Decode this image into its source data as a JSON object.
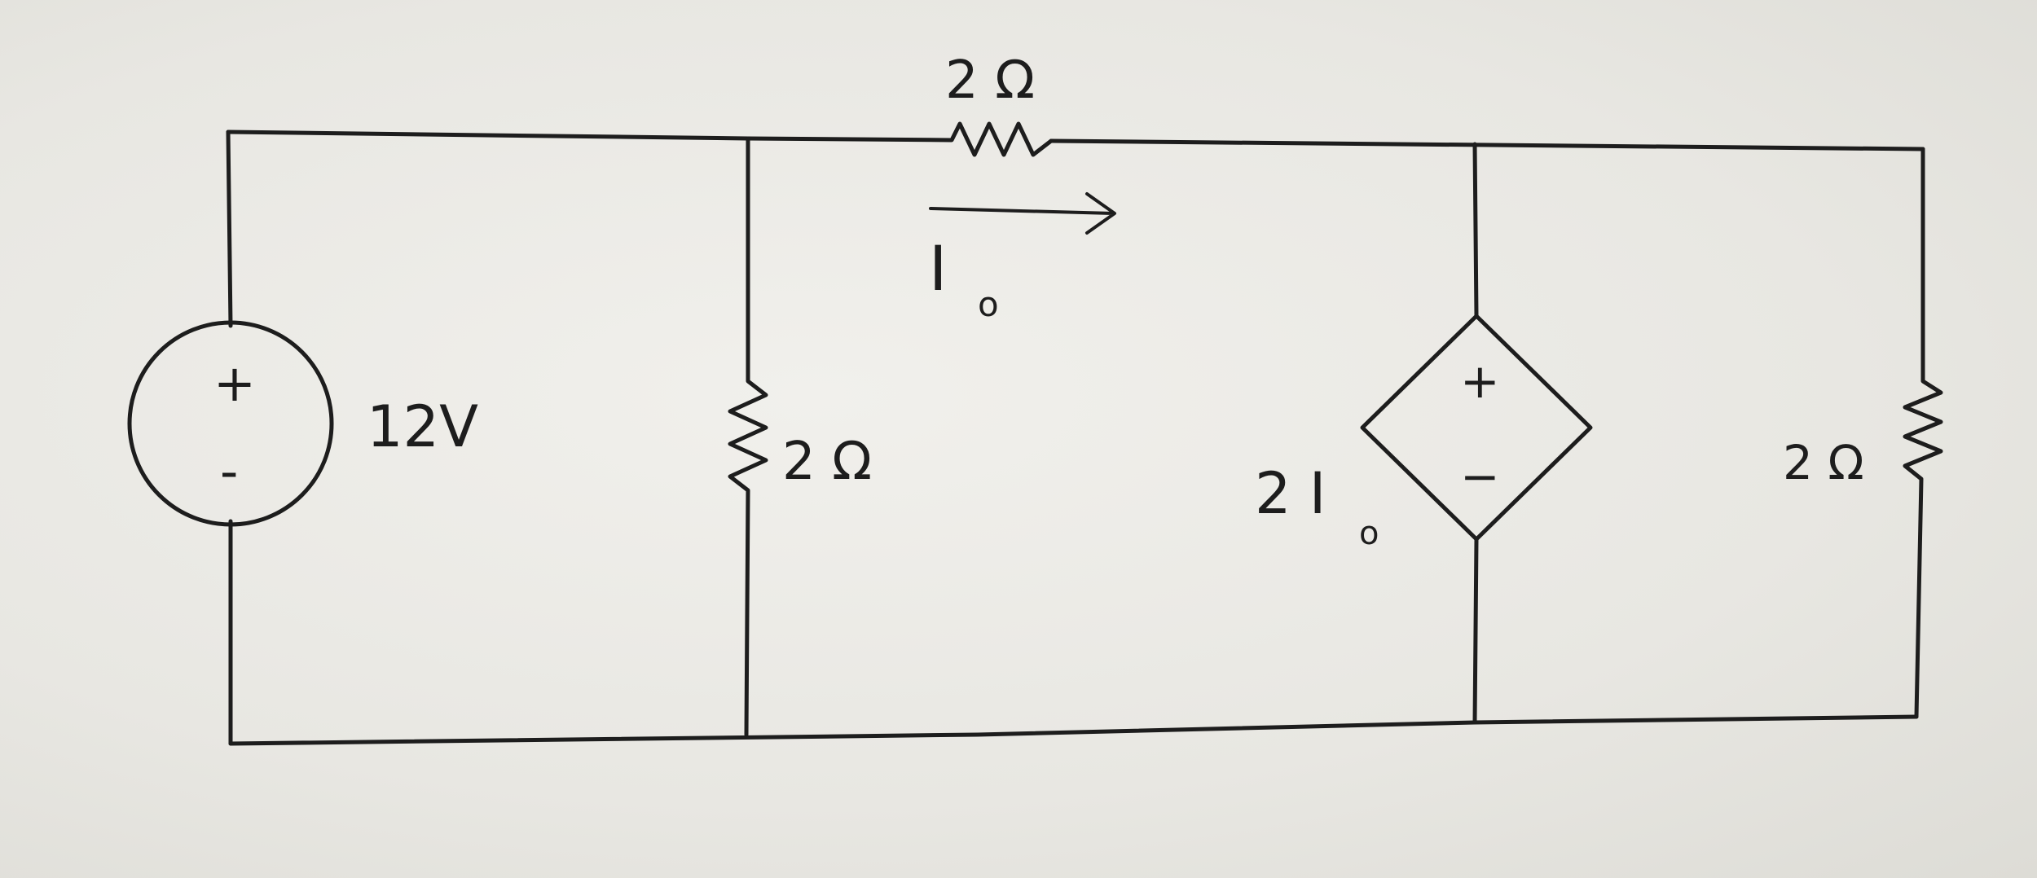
{
  "source": {
    "label": "12V",
    "plus": "+",
    "minus": "-"
  },
  "resistors": {
    "top": "2 Ω",
    "middle": "2 Ω",
    "right": "2 Ω"
  },
  "current": {
    "symbol": "I",
    "subscript": "o"
  },
  "dependent_source": {
    "gain": "2 I",
    "subscript": "o",
    "plus": "+",
    "minus": "−"
  }
}
